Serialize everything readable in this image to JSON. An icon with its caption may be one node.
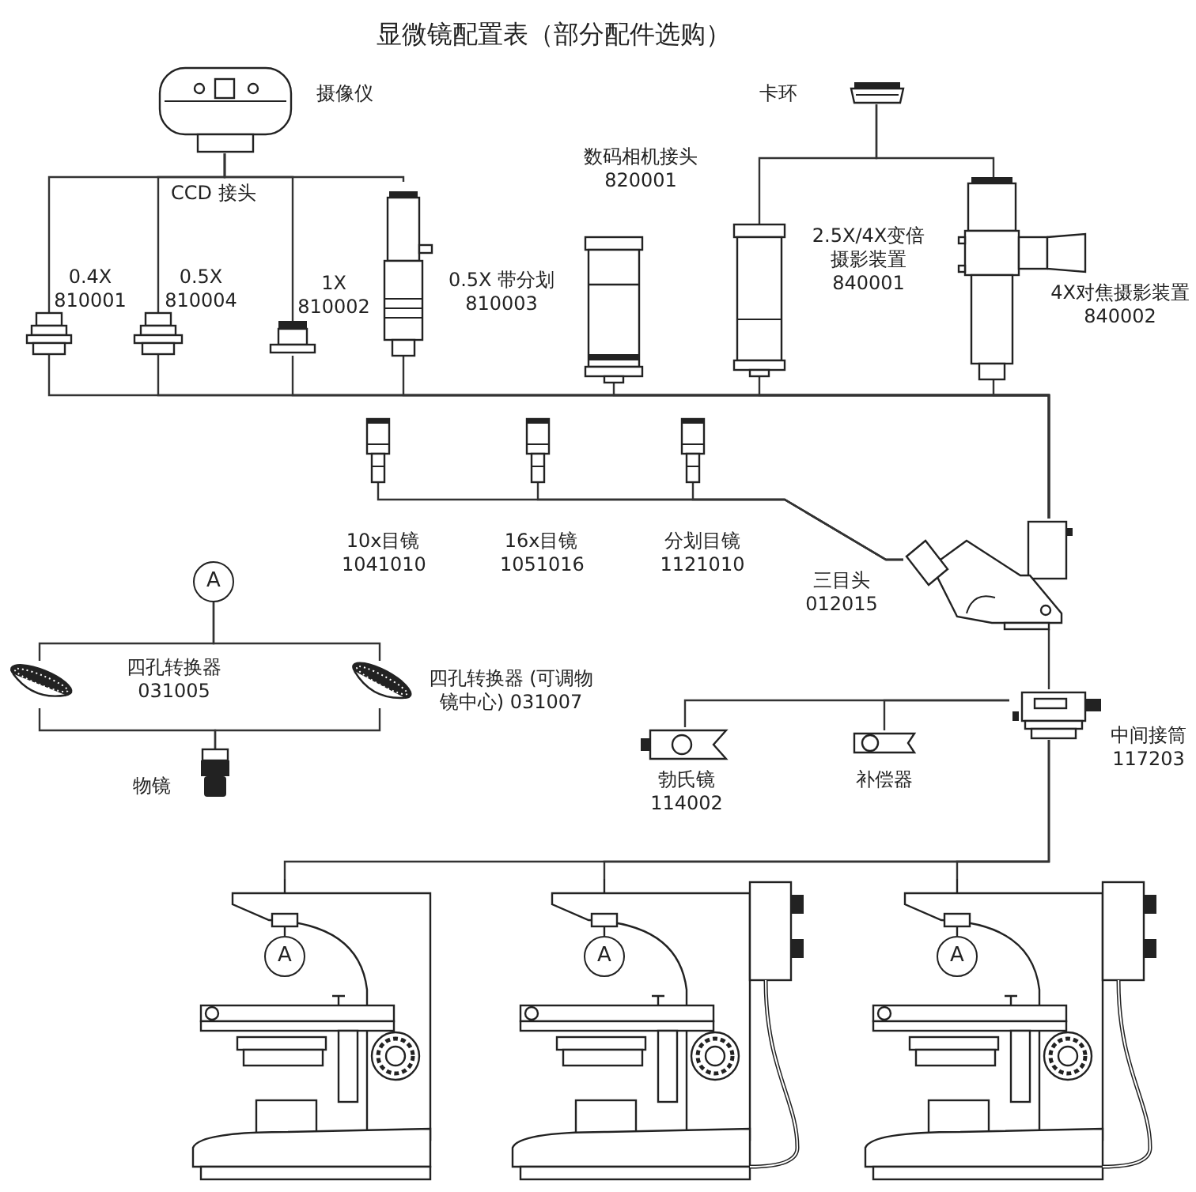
{
  "diagram": {
    "title": "显微镜配置表（部分配件选购）",
    "nodes": [
      {
        "text": [],
        "shape": "picture",
        "beside": [
          "摄像仪"
        ]
      },
      {
        "text": [],
        "shape": "picture",
        "beside": [
          "0.4X 810001"
        ]
      },
      {
        "text": [],
        "shape": "picture",
        "beside": [
          "0.5X 810004"
        ]
      },
      {
        "text": [],
        "shape": "picture",
        "beside": [
          "1X 810002"
        ]
      },
      {
        "text": [],
        "shape": "picture",
        "beside": [
          "0.5X 带分划 810003"
        ]
      },
      {
        "text": [],
        "shape": "picture",
        "beside": [
          "数码相机接头 820001"
        ]
      },
      {
        "text": [],
        "shape": "picture",
        "beside": [
          "卡环"
        ]
      },
      {
        "text": [],
        "shape": "picture",
        "beside": [
          "2.5X/4X变倍摄影装置 840001"
        ]
      },
      {
        "text": [],
        "shape": "picture",
        "beside": [
          "4X对焦摄影装置 840002"
        ]
      },
      {
        "text": [],
        "shape": "picture",
        "beside": [
          "10x目镜 1041010"
        ]
      },
      {
        "text": [],
        "shape": "picture",
        "beside": [
          "16x目镜 1051016"
        ]
      },
      {
        "text": [],
        "shape": "picture",
        "beside": [
          "分划目镜 1121010"
        ]
      },
      {
        "text": [],
        "shape": "picture",
        "beside": [
          "三目头 012015"
        ]
      },
      {
        "text": [
          "A"
        ]
      },
      {
        "text": [],
        "shape": "picture",
        "beside": [
          "四孔转换器 031005"
        ]
      },
      {
        "text": [],
        "shape": "picture",
        "beside": [
          "四孔转换器 (可调物镜中心) 031007"
        ]
      },
      {
        "text": [],
        "shape": "picture",
        "beside": [
          "物镜"
        ]
      },
      {
        "text": [],
        "shape": "picture",
        "beside": [
          "勃氏镜 114002"
        ]
      },
      {
        "text": [],
        "shape": "picture",
        "beside": [
          "补偿器"
        ]
      },
      {
        "text": [],
        "shape": "picture",
        "beside": [
          "中间接筒 117203"
        ]
      },
      {
        "text": [],
        "shape": "picture"
      },
      {
        "text": [],
        "shape": "picture"
      },
      {
        "text": [],
        "shape": "picture"
      },
      {
        "text": [
          "A"
        ],
        "in": 20
      },
      {
        "text": [
          "A"
        ],
        "in": 21
      },
      {
        "text": [
          "A"
        ],
        "in": 22
      }
    ],
    "edges": [
      {
        "from": 0,
        "to": 1,
        "arrow": "none"
      },
      {
        "from": 0,
        "to": 2,
        "arrow": "none"
      },
      {
        "from": 0,
        "to": 3,
        "arrow": "none"
      },
      {
        "from": 0,
        "to": 4,
        "arrow": "none"
      },
      {
        "from": 1,
        "to": 12,
        "arrow": "none"
      },
      {
        "from": 2,
        "to": 12,
        "arrow": "none"
      },
      {
        "from": 3,
        "to": 12,
        "arrow": "none"
      },
      {
        "from": 4,
        "to": 12,
        "arrow": "none"
      },
      {
        "from": 5,
        "to": 12,
        "arrow": "none"
      },
      {
        "from": 7,
        "to": 12,
        "arrow": "none"
      },
      {
        "from": 8,
        "to": 12,
        "arrow": "none"
      },
      {
        "from": 6,
        "to": 7,
        "arrow": "none"
      },
      {
        "from": 6,
        "to": 8,
        "arrow": "none"
      },
      {
        "from": 9,
        "to": 12,
        "arrow": "none"
      },
      {
        "from": 10,
        "to": 12,
        "arrow": "none"
      },
      {
        "from": 11,
        "to": 12,
        "arrow": "none"
      },
      {
        "from": 12,
        "to": 19,
        "arrow": "none"
      },
      {
        "from": 19,
        "to": 17,
        "arrow": "none"
      },
      {
        "from": 19,
        "to": 18,
        "arrow": "none"
      },
      {
        "from": 19,
        "to": 20,
        "arrow": "none"
      },
      {
        "from": 19,
        "to": 21,
        "arrow": "none"
      },
      {
        "from": 19,
        "to": 22,
        "arrow": "none"
      },
      {
        "from": 13,
        "to": 14,
        "arrow": "none"
      },
      {
        "from": 13,
        "to": 15,
        "arrow": "none"
      },
      {
        "from": 14,
        "to": 16,
        "arrow": "none"
      },
      {
        "from": 15,
        "to": 16,
        "arrow": "none"
      }
    ],
    "labels": [
      "CCD 接头"
    ]
  }
}
